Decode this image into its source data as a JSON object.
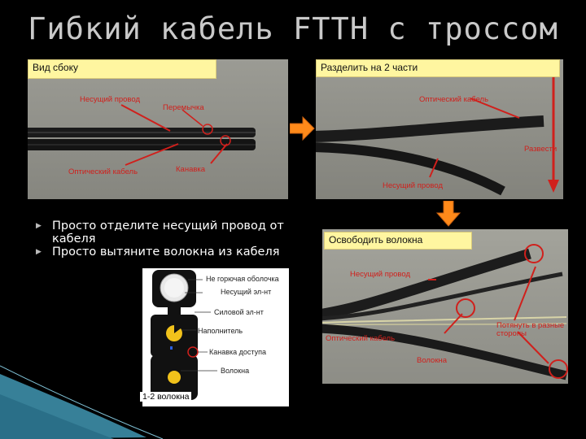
{
  "title": "Гибкий кабель FTTH с троссом",
  "panel_left": {
    "header": "Вид сбоку",
    "labels": {
      "carrier_wire": "Несущий провод",
      "jumper": "Перемычка",
      "optical_cable": "Оптический кабель",
      "groove": "Канавка"
    }
  },
  "panel_right": {
    "header": "Разделить на 2 части",
    "labels": {
      "optical_cable": "Оптический кабель",
      "separate": "Развести",
      "carrier_wire": "Несущий провод"
    }
  },
  "panel_bottom": {
    "header": "Освободить волокна",
    "labels": {
      "carrier_wire": "Несущий провод",
      "pull": "Потянуть в разные стороны",
      "optical_cable": "Оптический кабель",
      "fibers": "Волокна"
    }
  },
  "bullets": [
    "Просто отделите несущий провод от кабеля",
    "Просто вытяните волокна из кабеля"
  ],
  "cross_section": {
    "labels": {
      "sheath": "Не горючая оболочка",
      "carrier": "Несущий эл-нт",
      "strength": "Силовой эл-нт",
      "filler": "Наполнитель",
      "access_groove": "Канавка доступа",
      "fibers": "Волокна"
    },
    "caption": "1-2 волокна"
  },
  "colors": {
    "background": "#000000",
    "callout_box": "#fff6a0",
    "annotation_red": "#d0201c",
    "arrow_orange": "#ff8a1a",
    "accent_teal": "#3d8ea8"
  }
}
